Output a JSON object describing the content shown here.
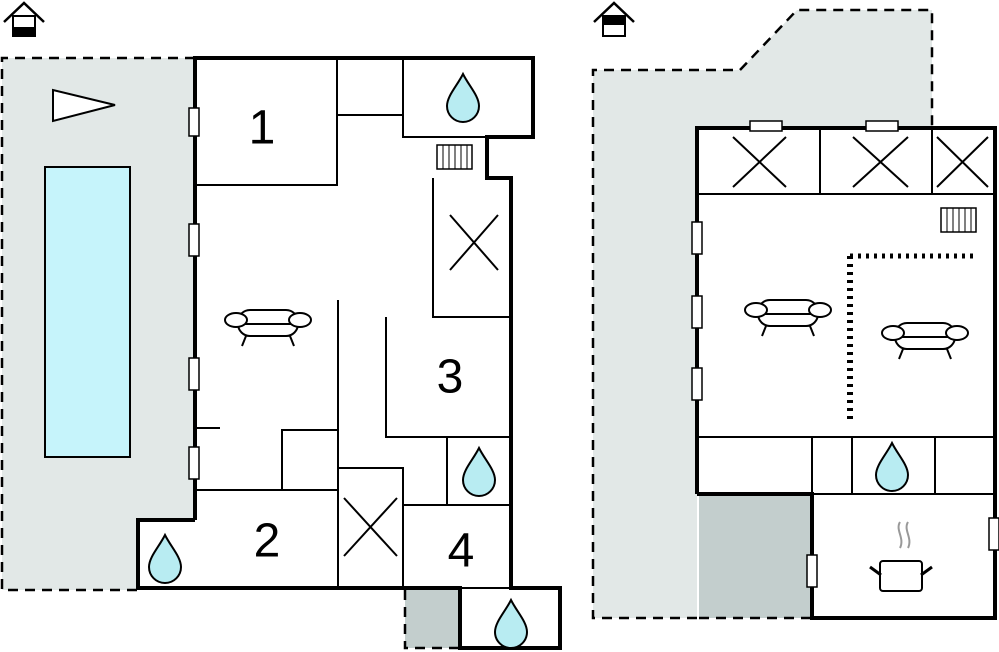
{
  "plans": [
    {
      "name": "ground-floor",
      "level_icon": "house-lower-floor-icon",
      "rooms": [
        {
          "label": "1"
        },
        {
          "label": "2"
        },
        {
          "label": "3"
        },
        {
          "label": "4"
        }
      ]
    },
    {
      "name": "upper-floor",
      "level_icon": "house-upper-floor-icon"
    }
  ],
  "colors": {
    "terrace": "#e2e8e7",
    "covered": "#c3cecd",
    "pool": "#c6f4fb",
    "water": "#b8ecf2"
  }
}
